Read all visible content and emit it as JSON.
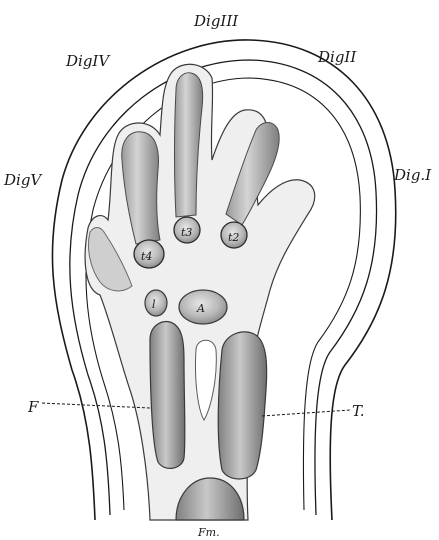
{
  "labels": {
    "dig_iii": "DigIII",
    "dig_iv": "DigIV",
    "dig_ii": "DigII",
    "dig_i": "Dig.I",
    "dig_v": "DigV",
    "t4": "t4",
    "t3": "t3",
    "t2": "t2",
    "l": "l",
    "a": "A",
    "f": "F",
    "t": "T.",
    "fm": "Fm."
  },
  "colors": {
    "ink": "#1a1a1a",
    "cartilage_fill": "#c9c9c9",
    "cartilage_dark": "#8a8a8a",
    "tissue_fill": "#ededed",
    "paper": "#ffffff"
  }
}
